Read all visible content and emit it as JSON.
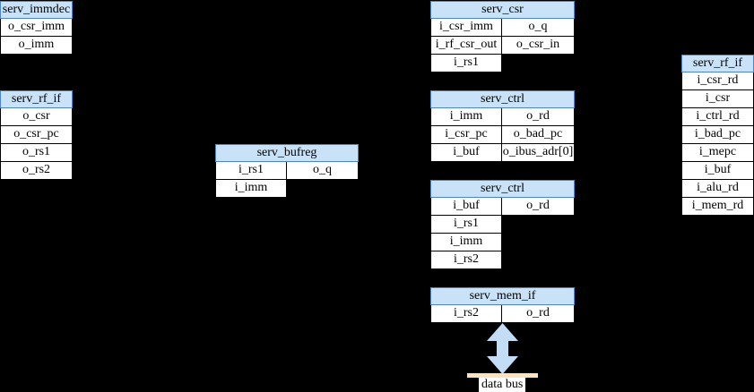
{
  "colors": {
    "background": "#000000",
    "header_fill": "#c9e2f7",
    "header_border": "#4c86c8",
    "cell_fill": "#ffffff",
    "cell_border": "#000000",
    "arrow": "#c2ddf5",
    "bus_bar": "#fce3bd",
    "label_bg": "#ffffff",
    "text": "#000000"
  },
  "tables": [
    {
      "title": "serv_immdec",
      "rows": [
        {
          "cells": [
            "o_csr_imm"
          ]
        },
        {
          "cells": [
            "o_imm"
          ]
        }
      ]
    },
    {
      "title": "serv_rf_if",
      "rows": [
        {
          "cells": [
            "o_csr"
          ]
        },
        {
          "cells": [
            "o_csr_pc"
          ]
        },
        {
          "cells": [
            "o_rs1"
          ]
        },
        {
          "cells": [
            "o_rs2"
          ]
        }
      ]
    },
    {
      "title": "serv_bufreg",
      "rows": [
        {
          "cells": [
            "i_rs1",
            "o_q"
          ]
        },
        {
          "cells": [
            "i_imm"
          ]
        }
      ]
    },
    {
      "title": "serv_csr",
      "rows": [
        {
          "cells": [
            "i_csr_imm",
            "o_q"
          ]
        },
        {
          "cells": [
            "i_rf_csr_out",
            "o_csr_in"
          ]
        },
        {
          "cells": [
            "i_rs1"
          ]
        }
      ]
    },
    {
      "title": "serv_ctrl",
      "rows": [
        {
          "cells": [
            "i_imm",
            "o_rd"
          ]
        },
        {
          "cells": [
            "i_csr_pc",
            "o_bad_pc"
          ]
        },
        {
          "cells": [
            "i_buf",
            "o_ibus_adr[0]"
          ]
        }
      ]
    },
    {
      "title": "serv_ctrl",
      "rows": [
        {
          "cells": [
            "i_buf",
            "o_rd"
          ]
        },
        {
          "cells": [
            "i_rs1"
          ]
        },
        {
          "cells": [
            "i_imm"
          ]
        },
        {
          "cells": [
            "i_rs2"
          ]
        }
      ]
    },
    {
      "title": "serv_rf_if",
      "rows": [
        {
          "cells": [
            "i_csr_rd"
          ]
        },
        {
          "cells": [
            "i_csr"
          ]
        },
        {
          "cells": [
            "i_ctrl_rd"
          ]
        },
        {
          "cells": [
            "i_bad_pc"
          ]
        },
        {
          "cells": [
            "i_mepc"
          ]
        },
        {
          "cells": [
            "i_buf"
          ]
        },
        {
          "cells": [
            "i_alu_rd"
          ]
        },
        {
          "cells": [
            "i_mem_rd"
          ]
        }
      ]
    },
    {
      "title": "serv_mem_if",
      "rows": [
        {
          "cells": [
            "i_rs2",
            "o_rd"
          ]
        }
      ]
    }
  ],
  "bus": {
    "label": "data bus"
  }
}
